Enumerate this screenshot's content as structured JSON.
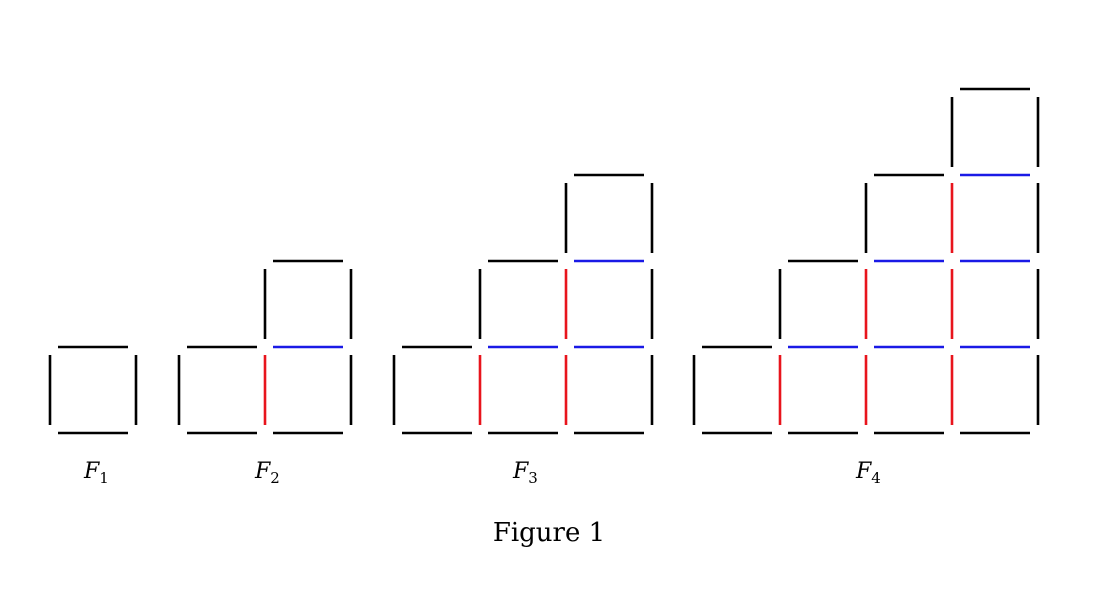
{
  "caption": "Figure 1",
  "colors": {
    "outline": "#000000",
    "vertical_shared": "#e8141c",
    "horizontal_shared": "#1a1ae6"
  },
  "figures": [
    {
      "label_letter": "F",
      "label_index": "1",
      "rows": 1
    },
    {
      "label_letter": "F",
      "label_index": "2",
      "rows": 2
    },
    {
      "label_letter": "F",
      "label_index": "3",
      "rows": 3
    },
    {
      "label_letter": "F",
      "label_index": "4",
      "rows": 4
    }
  ]
}
